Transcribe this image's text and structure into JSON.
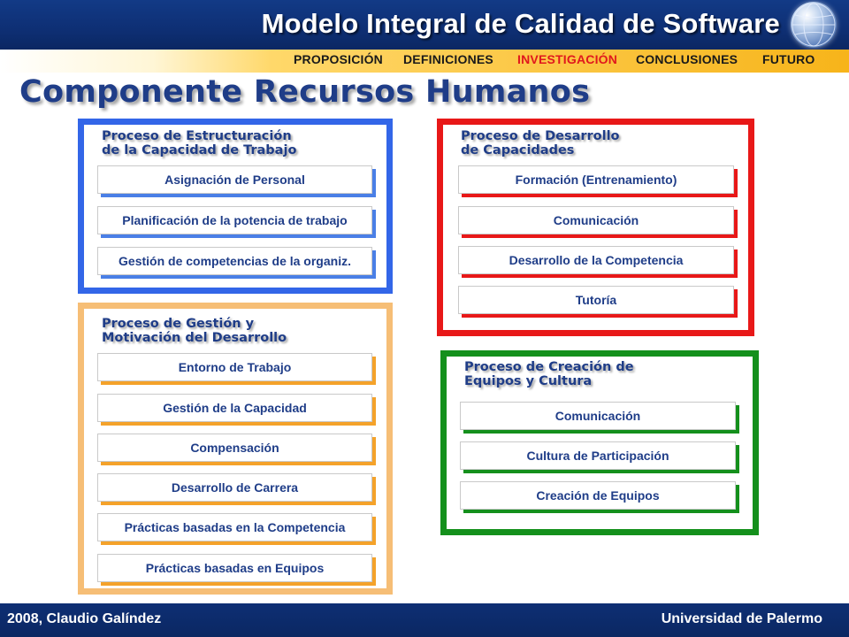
{
  "header": {
    "title": "Modelo Integral de Calidad de Software",
    "logo_icon": "globe-icon"
  },
  "nav": {
    "items": [
      "PROPOSICIÓN",
      "DEFINICIONES",
      "INVESTIGACIÓN",
      "CONCLUSIONES",
      "FUTURO"
    ],
    "active": "INVESTIGACIÓN",
    "active_color": "#e0181d"
  },
  "slide": {
    "title": "Componente Recursos Humanos"
  },
  "panels": [
    {
      "title_line1": "Proceso de Estructuración",
      "title_line2": "de la Capacidad de Trabajo",
      "color": "#3366e8",
      "items": [
        "Asignación de Personal",
        "Planificación de la potencia de trabajo",
        "Gestión de competencias de la organiz."
      ]
    },
    {
      "title_line1": "Proceso de Desarrollo",
      "title_line2": "de Capacidades",
      "color": "#e81818",
      "items": [
        "Formación (Entrenamiento)",
        "Comunicación",
        "Desarrollo de la Competencia",
        "Tutoría"
      ]
    },
    {
      "title_line1": "Proceso de Gestión y",
      "title_line2": "Motivación del Desarrollo",
      "color": "#f6be76",
      "items": [
        "Entorno de Trabajo",
        "Gestión de la Capacidad",
        "Compensación",
        "Desarrollo de Carrera",
        "Prácticas basadas en la Competencia",
        "Prácticas basadas en Equipos"
      ]
    },
    {
      "title_line1": "Proceso de Creación de",
      "title_line2": "Equipos y Cultura",
      "color": "#14901c",
      "items": [
        "Comunicación",
        "Cultura de Participación",
        "Creación de Equipos"
      ]
    }
  ],
  "footer": {
    "left": "2008, Claudio Galíndez",
    "right": "Universidad de Palermo"
  }
}
